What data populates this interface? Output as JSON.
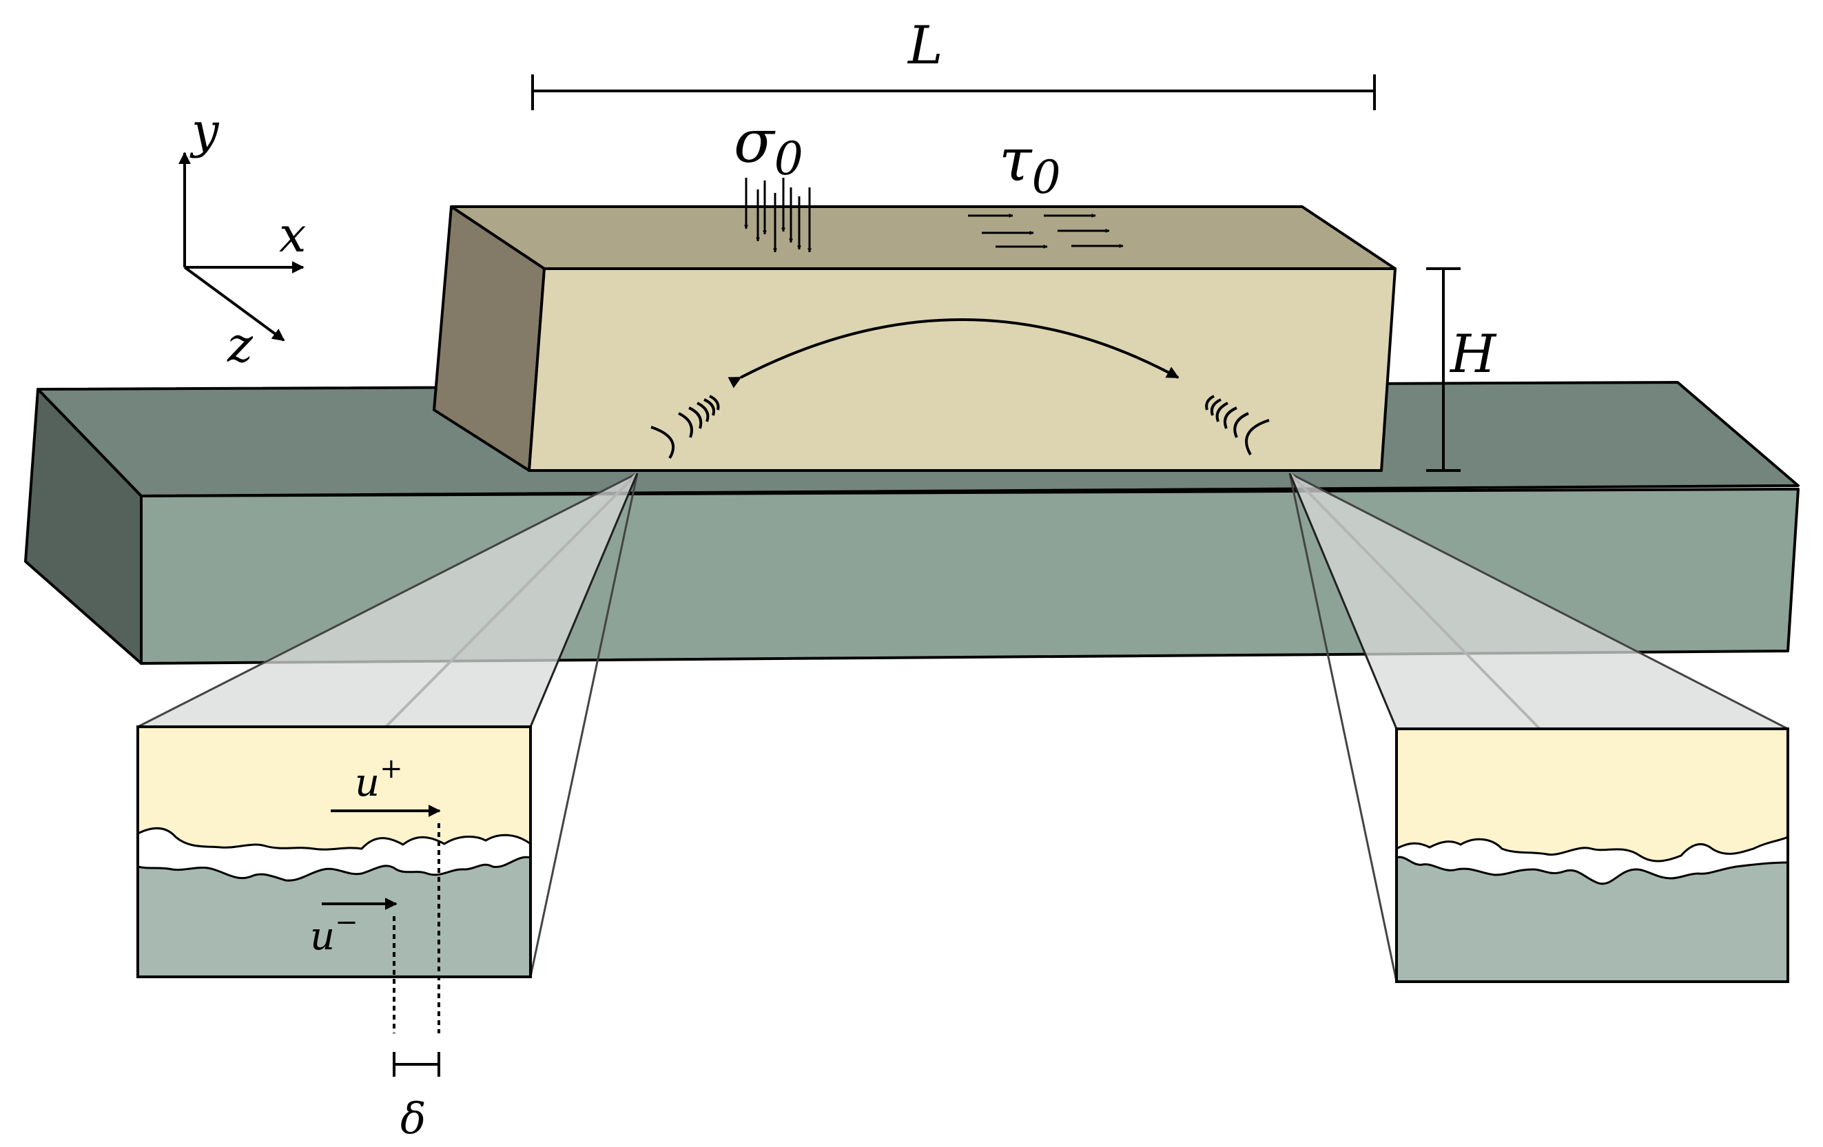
{
  "labels": {
    "length": "L",
    "height": "H",
    "normal_stress_symbol": "σ",
    "normal_stress_subscript": "0",
    "shear_stress_symbol": "τ",
    "shear_stress_subscript": "0",
    "axis_x": "x",
    "axis_y": "y",
    "axis_z": "z",
    "u_plus_base": "u",
    "u_plus_sup": "+",
    "u_minus_base": "u",
    "u_minus_sup": "−",
    "slip": "δ"
  },
  "colors": {
    "block_front": "#ddd5b2",
    "block_top": "#aea689",
    "block_side": "#837b67",
    "base_front": "#8ea398",
    "base_top": "#73857d",
    "base_side": "#55625c",
    "inset_top": "#fdf3cc",
    "inset_bottom": "#a7b9b1",
    "projection": "#d8dbd9"
  }
}
